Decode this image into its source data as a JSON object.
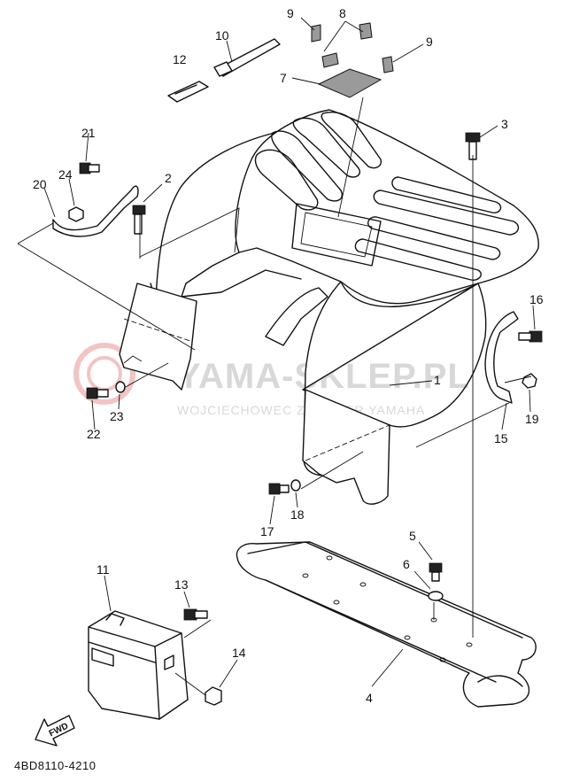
{
  "diagram_code": "4BD8110-4210",
  "fwd_label": "FWD",
  "watermark": {
    "brand": "YAMA-SKLEP.PL",
    "tagline": "WOJCIECHOWEC Z DEALER YAMAHA"
  },
  "callouts": [
    {
      "id": "c1",
      "label": "1"
    },
    {
      "id": "c2",
      "label": "2"
    },
    {
      "id": "c3",
      "label": "3"
    },
    {
      "id": "c4",
      "label": "4"
    },
    {
      "id": "c5",
      "label": "5"
    },
    {
      "id": "c6",
      "label": "6"
    },
    {
      "id": "c7",
      "label": "7"
    },
    {
      "id": "c8",
      "label": "8"
    },
    {
      "id": "c9a",
      "label": "9"
    },
    {
      "id": "c9b",
      "label": "9"
    },
    {
      "id": "c10",
      "label": "10"
    },
    {
      "id": "c11",
      "label": "11"
    },
    {
      "id": "c12",
      "label": "12"
    },
    {
      "id": "c13",
      "label": "13"
    },
    {
      "id": "c14",
      "label": "14"
    },
    {
      "id": "c15",
      "label": "15"
    },
    {
      "id": "c16",
      "label": "16"
    },
    {
      "id": "c17",
      "label": "17"
    },
    {
      "id": "c18",
      "label": "18"
    },
    {
      "id": "c19",
      "label": "19"
    },
    {
      "id": "c20",
      "label": "20"
    },
    {
      "id": "c21",
      "label": "21"
    },
    {
      "id": "c22",
      "label": "22"
    },
    {
      "id": "c23",
      "label": "23"
    },
    {
      "id": "c24",
      "label": "24"
    }
  ]
}
